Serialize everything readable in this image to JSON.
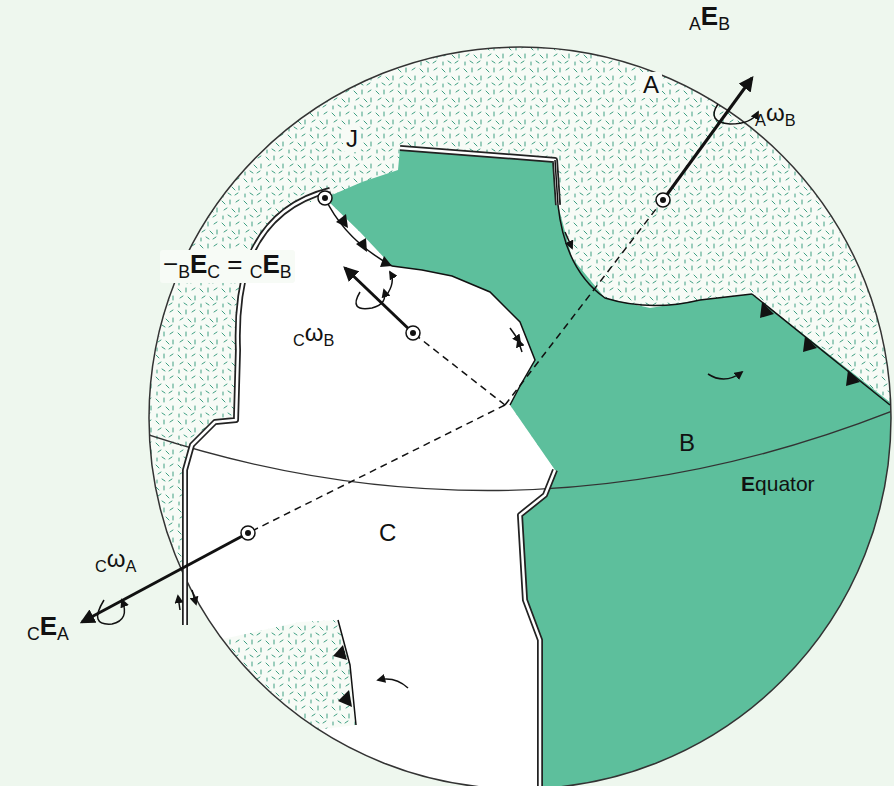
{
  "diagram": {
    "labels": [
      "A",
      "B",
      "C",
      "Equator",
      "J",
      "AEB",
      "AωB",
      "−BEC = CEB",
      "CωB",
      "CωA",
      "CEA"
    ]
  }
}
